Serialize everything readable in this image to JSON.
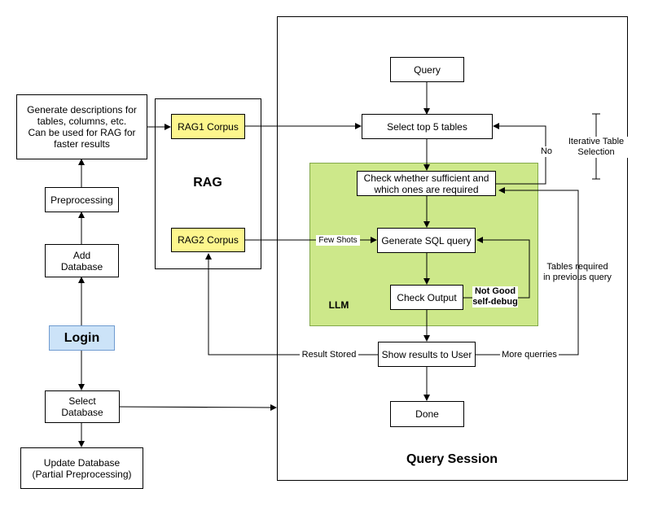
{
  "nodes": {
    "generate_descriptions": "Generate descriptions for\ntables, columns, etc.\nCan be used for RAG for\nfaster results",
    "preprocessing": "Preprocessing",
    "add_database": "Add\nDatabase",
    "login": "Login",
    "select_database": "Select\nDatabase",
    "update_database": "Update Database\n(Partial Preprocessing)",
    "rag1_corpus": "RAG1 Corpus",
    "rag2_corpus": "RAG2 Corpus",
    "rag_title": "RAG",
    "query": "Query",
    "select_top5": "Select top 5 tables",
    "check_sufficient": "Check whether sufficient and\nwhich ones are required",
    "generate_sql": "Generate SQL query",
    "check_output": "Check Output",
    "llm_title": "LLM",
    "show_results": "Show results to User",
    "done": "Done",
    "query_session_title": "Query Session"
  },
  "edge_labels": {
    "no": "No",
    "iterative_table_selection": "Iterative Table\nSelection",
    "few_shots": "Few Shots",
    "not_good": "Not Good\nself-debug",
    "tables_required": "Tables required\nin previous query",
    "result_stored": "Result Stored",
    "more_queries": "More querries"
  },
  "colors": {
    "corpus_fill": "#fdf68d",
    "login_fill": "#cce3f8",
    "login_border": "#6f9bd0",
    "llm_fill": "#cde88a",
    "llm_border": "#82a84a",
    "line": "#000000"
  }
}
